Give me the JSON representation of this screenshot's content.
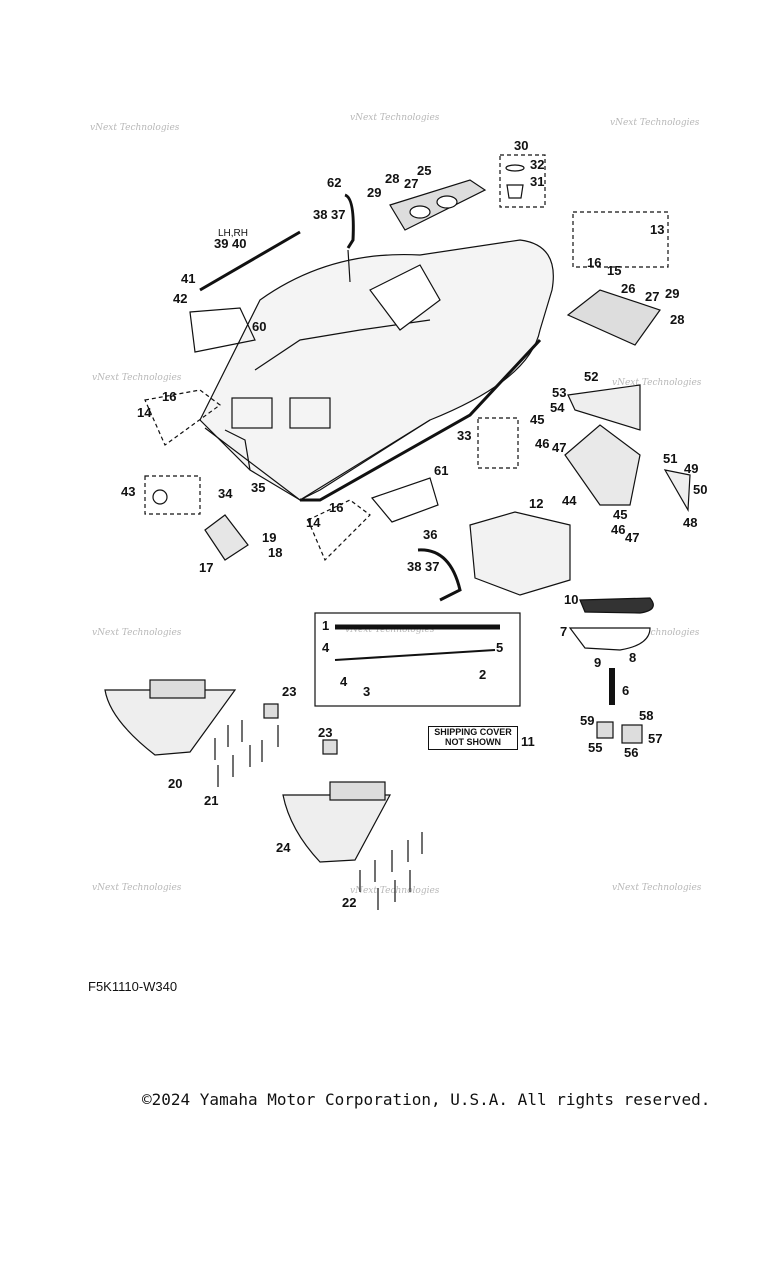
{
  "watermark": "vNext Technologies",
  "shipping_note": {
    "line1": "SHIPPING COVER",
    "line2": "NOT SHOWN",
    "callout": "11"
  },
  "side_label": "LH,RH",
  "diagram_code": "F5K1110-W340",
  "copyright": "©2024 Yamaha Motor Corporation, U.S.A. All rights reserved.",
  "colors": {
    "line": "#111111",
    "watermark": "#b8b8b8",
    "fill": "#ececec"
  }
}
